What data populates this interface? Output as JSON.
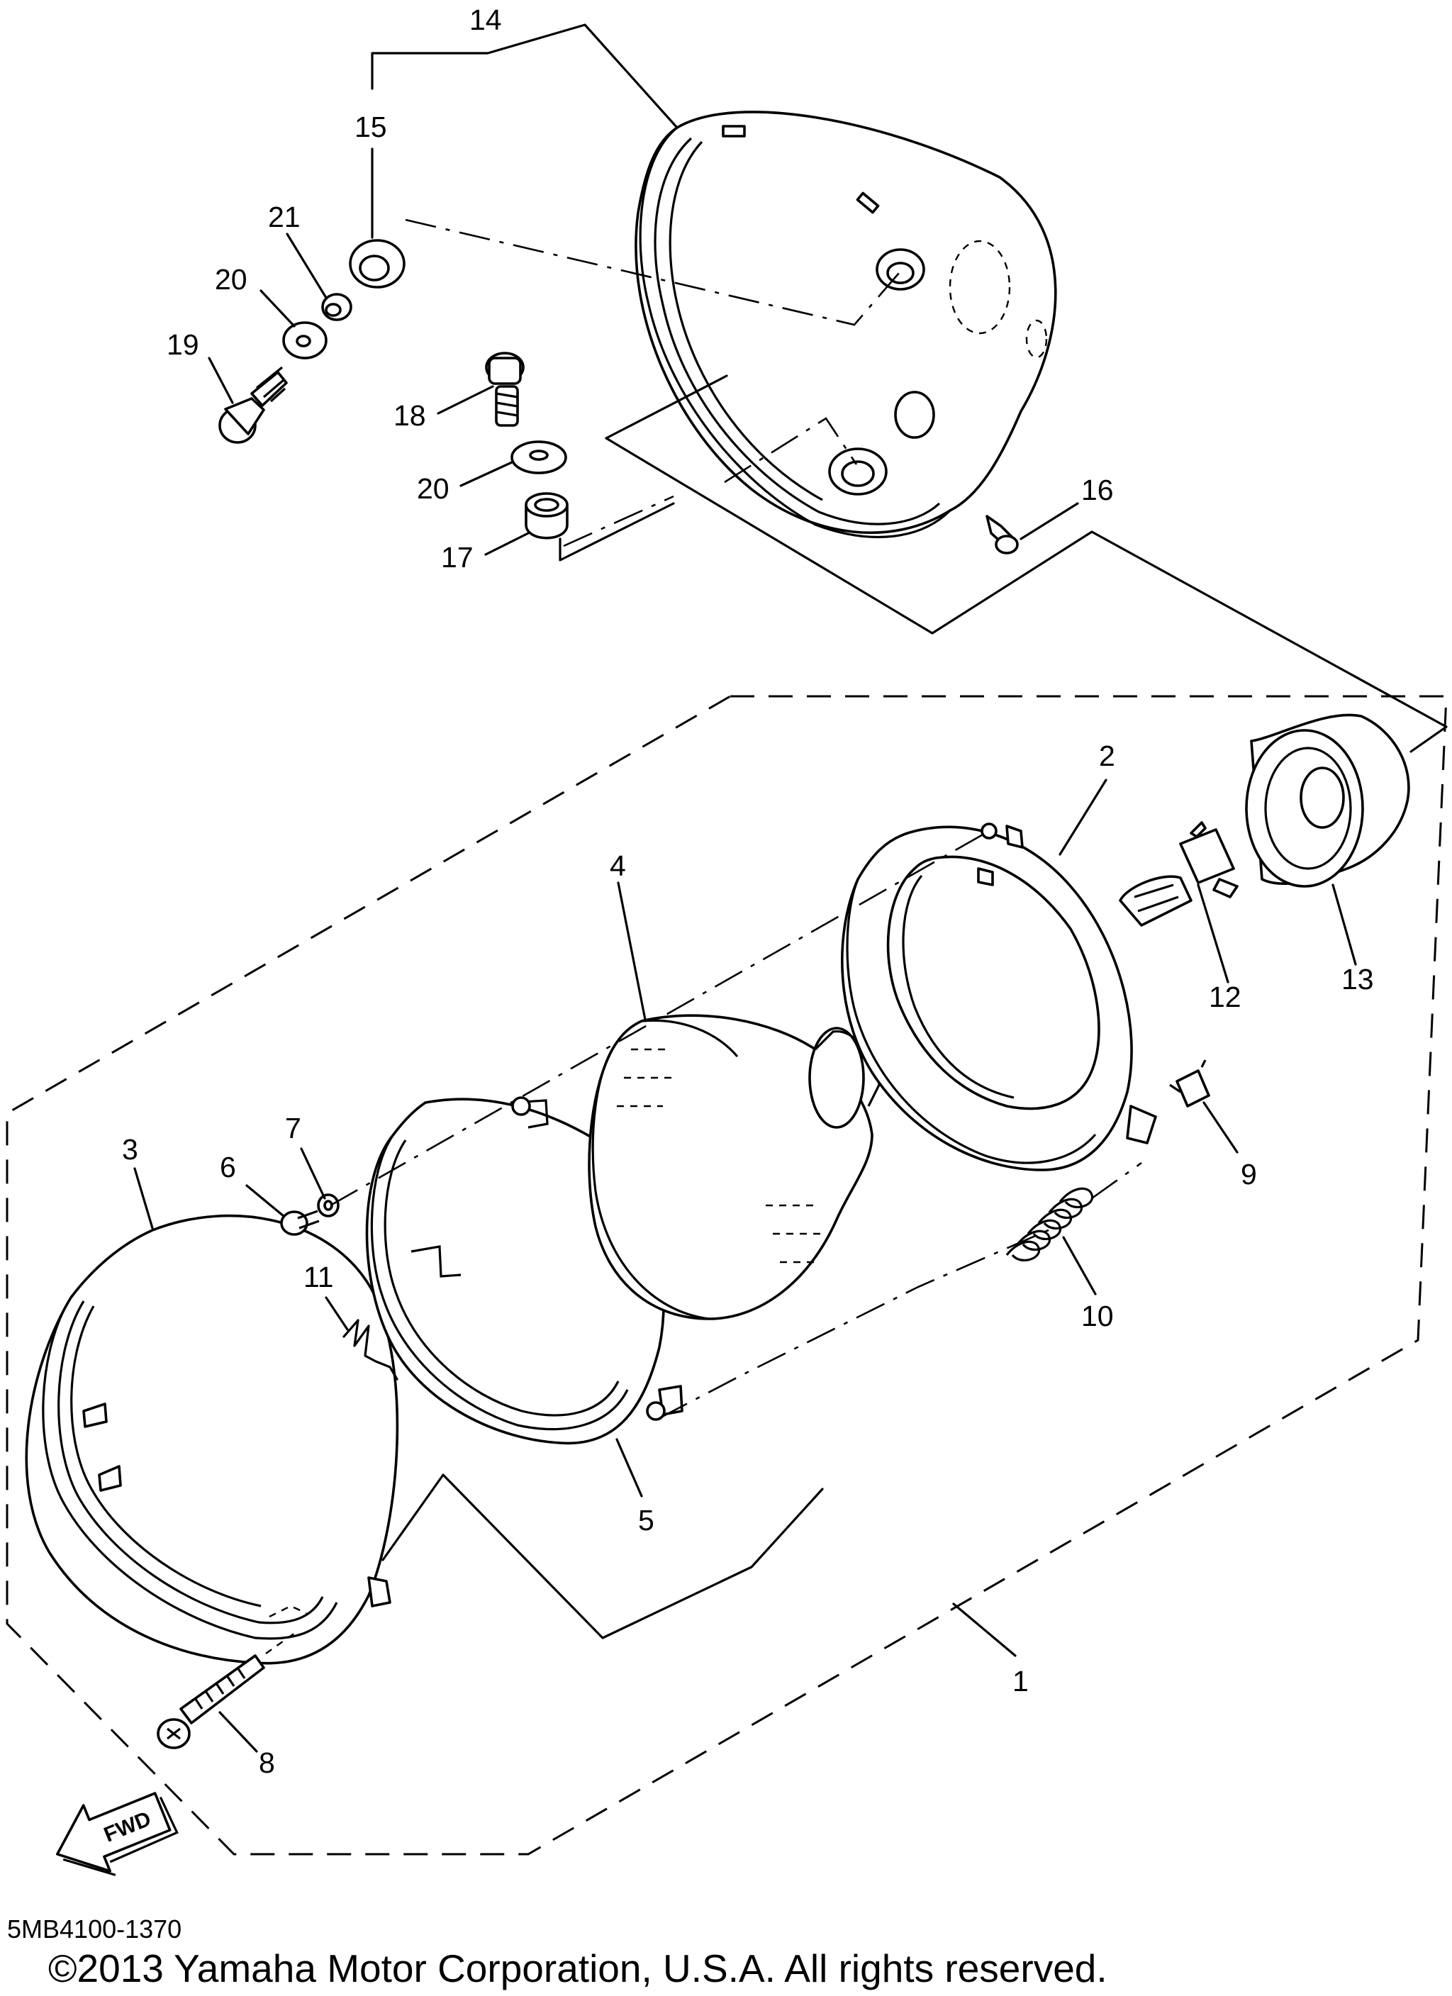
{
  "callouts": [
    {
      "id": "1",
      "label": "1"
    },
    {
      "id": "2",
      "label": "2"
    },
    {
      "id": "3",
      "label": "3"
    },
    {
      "id": "4",
      "label": "4"
    },
    {
      "id": "5",
      "label": "5"
    },
    {
      "id": "6",
      "label": "6"
    },
    {
      "id": "7",
      "label": "7"
    },
    {
      "id": "8",
      "label": "8"
    },
    {
      "id": "9",
      "label": "9"
    },
    {
      "id": "10",
      "label": "10"
    },
    {
      "id": "11",
      "label": "11"
    },
    {
      "id": "12",
      "label": "12"
    },
    {
      "id": "13",
      "label": "13"
    },
    {
      "id": "14",
      "label": "14"
    },
    {
      "id": "15",
      "label": "15"
    },
    {
      "id": "16",
      "label": "16"
    },
    {
      "id": "17",
      "label": "17"
    },
    {
      "id": "18",
      "label": "18"
    },
    {
      "id": "19",
      "label": "19"
    },
    {
      "id": "20a",
      "label": "20"
    },
    {
      "id": "20b",
      "label": "20"
    },
    {
      "id": "21",
      "label": "21"
    }
  ],
  "fwd_arrow": "FWD",
  "ref_code": "5MB4100-1370",
  "copyright": "©2013 Yamaha Motor Corporation, U.S.A. All rights reserved."
}
